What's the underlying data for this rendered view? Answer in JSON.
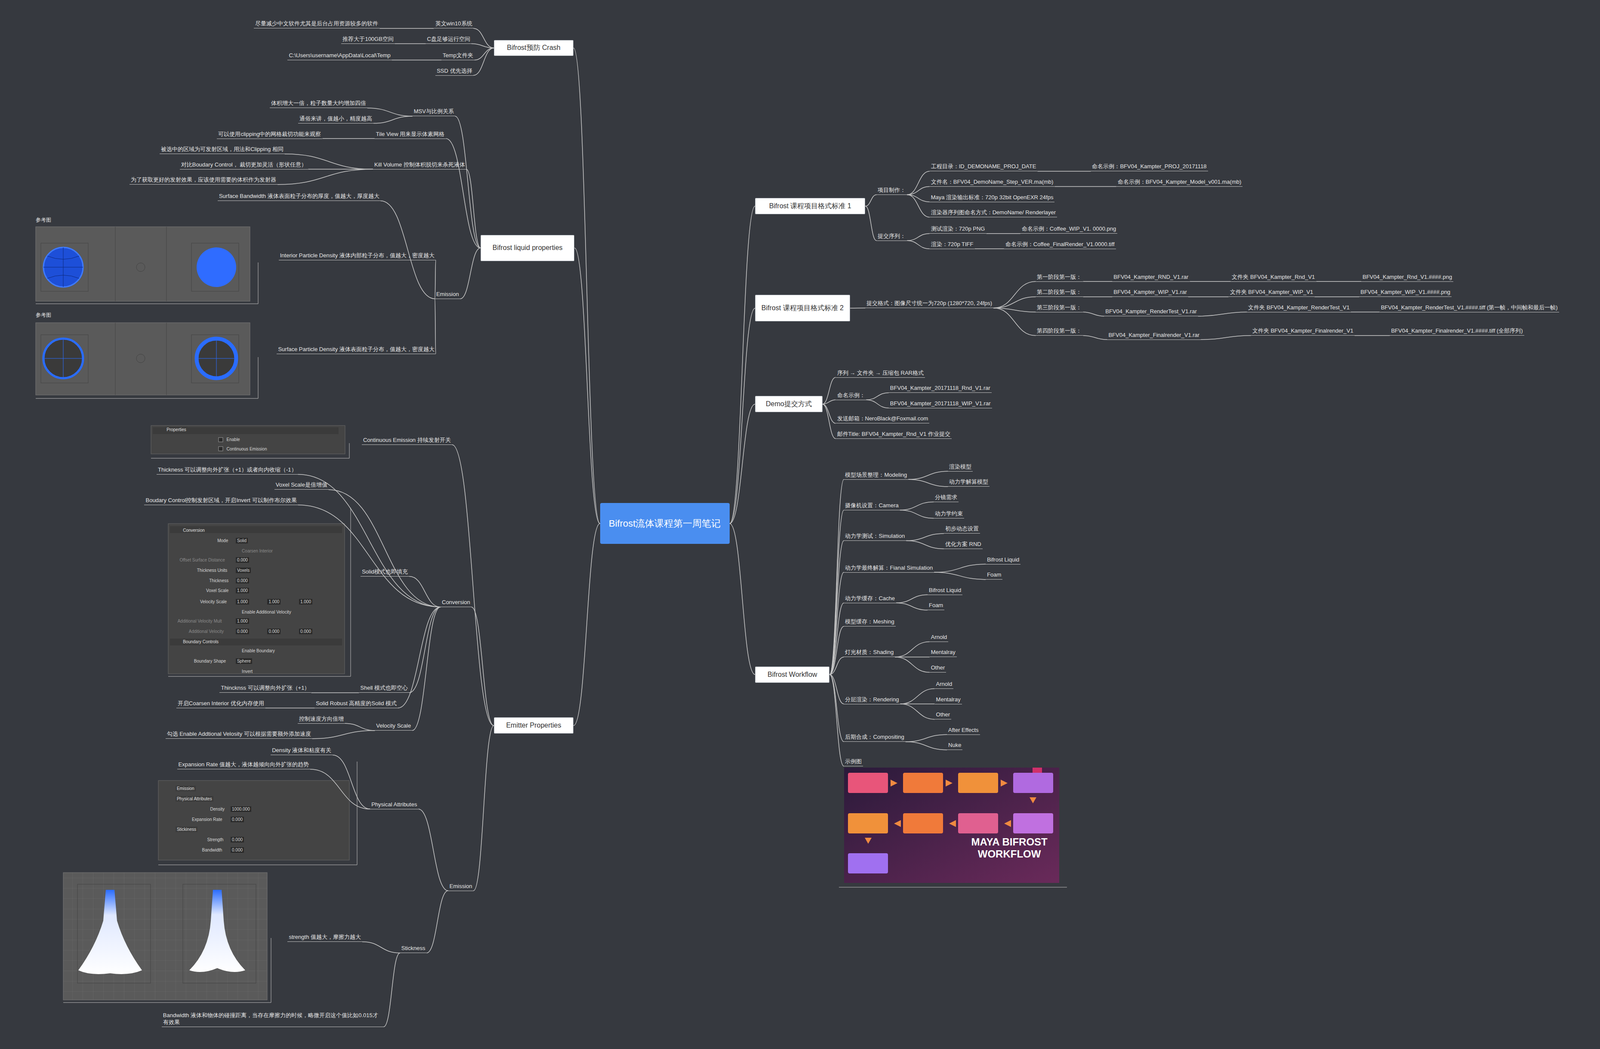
{
  "diagram": {
    "title": "Bifrost流体课程第一周笔记",
    "nodes": [
      {
        "text": [
          "Bifrost流体课程第一周笔记"
        ]
      },
      {
        "text": [
          "Bifrost预防 Crash"
        ]
      },
      {
        "text": [
          "英文win10系统"
        ]
      },
      {
        "text": [
          "尽量减少中文软件尤其是后台占用资源较多的软件"
        ]
      },
      {
        "text": [
          "C盘足够运行空间"
        ]
      },
      {
        "text": [
          "推荐大于100GB空间"
        ]
      },
      {
        "text": [
          "Temp文件夹"
        ]
      },
      {
        "text": [
          "C:\\Users\\username\\AppData\\Local\\Temp"
        ]
      },
      {
        "text": [
          "SSD 优先选择"
        ]
      },
      {
        "text": [
          "Bifrost liquid properties"
        ]
      },
      {
        "text": [
          "MSV与比例关系"
        ]
      },
      {
        "text": [
          "体积增大一倍，粒子数量大约增加四倍"
        ]
      },
      {
        "text": [
          "通俗来讲，值越小，精度越高"
        ]
      },
      {
        "text": [
          "Tile View 用来显示体素网格"
        ]
      },
      {
        "text": [
          "可以使用clipping中的网格裁切功能来观察"
        ]
      },
      {
        "text": [
          "Kill Volume 控制体积脱切来杀死液体"
        ]
      },
      {
        "text": [
          "被选中的区域为可发射区域，用法和Clipping 相同"
        ]
      },
      {
        "text": [
          "对比Boudary Control， 裁切更加灵活（形状任意）"
        ]
      },
      {
        "text": [
          "为了获取更好的发射效果，应该使用需要的体积作为发射器"
        ]
      },
      {
        "text": [
          "Emission"
        ]
      },
      {
        "text": [
          "Surface Bandwidth 液体表面粒子分布的厚度，值越大，厚度越大"
        ]
      },
      {
        "text": [
          "Interior Particle Density 液体内部粒子分布，值越大，密度越大"
        ]
      },
      {
        "text": [
          "Surface Particle Density 液体表面粒子分布，值越大，密度越大"
        ]
      },
      {
        "text": [
          "Emitter Properties"
        ]
      },
      {
        "text": [
          "Continuous Emission 持续发射开关"
        ]
      },
      {
        "text": [
          "Conversion"
        ]
      },
      {
        "text": [
          "Thickness 可以调整向外扩张（+1）或者向内收缩（-1）"
        ]
      },
      {
        "text": [
          "Voxel Scale是倍增值"
        ]
      },
      {
        "text": [
          "Boudary Control控制发射区域，开启Invert 可以制作布尔效果"
        ]
      },
      {
        "text": [
          "Solid模式也即填充"
        ]
      },
      {
        "text": [
          "Shell 模式也即空心"
        ]
      },
      {
        "text": [
          "Thincknss 可以调整向外扩张（+1）"
        ]
      },
      {
        "text": [
          "Solid Robust 高精度的Solid 模式"
        ]
      },
      {
        "text": [
          "开启Coarsen Interior 优化内存使用"
        ]
      },
      {
        "text": [
          "Velocity Scale"
        ]
      },
      {
        "text": [
          "控制速度方向倍增"
        ]
      },
      {
        "text": [
          "勾选 Enable Addtional Velosity 可以根据需要额外添加速度"
        ]
      },
      {
        "text": [
          "Emission"
        ]
      },
      {
        "text": [
          "Physical Attributes"
        ]
      },
      {
        "text": [
          "Density 液体和粘度有关"
        ]
      },
      {
        "text": [
          "Expansion Rate 值越大，液体越倾向向外扩张的趋势"
        ]
      },
      {
        "text": [
          "Stickness"
        ]
      },
      {
        "text": [
          "strength 值越大，摩擦力越大"
        ]
      },
      {
        "text": [
          "Bandwidth 液体和物体的碰撞距离，当存在摩擦力的时候，略微开启这个值比如0.015才有效果"
        ]
      },
      {
        "text": [
          "Bifrost 课程项目格式标准 1"
        ]
      },
      {
        "text": [
          "项目制作："
        ]
      },
      {
        "text": [
          "工程目录：ID_DEMONAME_PROJ_DATE"
        ]
      },
      {
        "text": [
          "命名示例：BFV04_Kampter_PROJ_20171118"
        ]
      },
      {
        "text": [
          "文件名：BFV04_DemoName_Step_VER.ma(mb)"
        ]
      },
      {
        "text": [
          "命名示例：BFV04_Kampter_Model_v001.ma(mb)"
        ]
      },
      {
        "text": [
          "Maya 渲染输出标准：720p 32bit OpenEXR 24fps"
        ]
      },
      {
        "text": [
          "渲染器序列图命名方式：DemoName/ Renderlayer"
        ]
      },
      {
        "text": [
          "提交序列："
        ]
      },
      {
        "text": [
          "测试渲染：720p PNG"
        ]
      },
      {
        "text": [
          "命名示例：Coffee_WIP_V1. 0000.png"
        ]
      },
      {
        "text": [
          "渲染：720p TIFF"
        ]
      },
      {
        "text": [
          "命名示例：Coffee_FinalRender_V1.0000.tiff"
        ]
      },
      {
        "text": [
          "Bifrost 课程项目格式标准 2"
        ]
      },
      {
        "text": [
          "提交格式：图像尺寸统一为720p (1280*720, 24fps)"
        ]
      },
      {
        "text": [
          "第一阶段第一版："
        ]
      },
      {
        "text": [
          "BFV04_Kampter_RND_V1.rar"
        ]
      },
      {
        "text": [
          "文件夹 BFV04_Kampter_Rnd_V1"
        ]
      },
      {
        "text": [
          "BFV04_Kampter_Rnd_V1.####.png"
        ]
      },
      {
        "text": [
          "第二阶段第一版："
        ]
      },
      {
        "text": [
          "BFV04_Kampter_WIP_V1.rar"
        ]
      },
      {
        "text": [
          "文件夹 BFV04_Kampter_WIP_V1"
        ]
      },
      {
        "text": [
          "BFV04_Kampter_WIP_V1.####.png"
        ]
      },
      {
        "text": [
          "第三阶段第一版："
        ]
      },
      {
        "text": [
          "BFV04_Kampter_RenderTest_V1.rar"
        ]
      },
      {
        "text": [
          "文件夹 BFV04_Kampter_RenderTest_V1"
        ]
      },
      {
        "text": [
          "BFV04_Kampter_RenderTest_V1.####.tiff (第一帧，中间帧和最后一帧)"
        ]
      },
      {
        "text": [
          "第四阶段第一版："
        ]
      },
      {
        "text": [
          "BFV04_Kampter_Finalrender_V1.rar"
        ]
      },
      {
        "text": [
          "文件夹 BFV04_Kampter_Finalrender_V1"
        ]
      },
      {
        "text": [
          "BFV04_Kampter_Finalrender_V1.####.tiff (全部序列)"
        ]
      },
      {
        "text": [
          "Demo提交方式"
        ]
      },
      {
        "text": [
          "序列 → 文件夹 → 压缩包 RAR格式"
        ]
      },
      {
        "text": [
          "命名示例："
        ]
      },
      {
        "text": [
          "BFV04_Kampter_20171118_Rnd_V1.rar"
        ]
      },
      {
        "text": [
          "BFV04_Kampter_20171118_WIP_V1.rar"
        ]
      },
      {
        "text": [
          "发送邮箱：NeroBlack@Foxmail.com"
        ]
      },
      {
        "text": [
          "邮件Title: BFV04_Kampter_Rnd_V1 作业提交"
        ]
      },
      {
        "text": [
          "Bifrost Workflow"
        ]
      },
      {
        "text": [
          "模型场景整理：Modeling"
        ]
      },
      {
        "text": [
          "渲染模型"
        ]
      },
      {
        "text": [
          "动力学解算模型"
        ]
      },
      {
        "text": [
          "摄像机设置：Camera"
        ]
      },
      {
        "text": [
          "分镜需求"
        ]
      },
      {
        "text": [
          "动力学约束"
        ]
      },
      {
        "text": [
          "动力学测试：Simulation"
        ]
      },
      {
        "text": [
          "初步动态设置"
        ]
      },
      {
        "text": [
          "优化方案 RND"
        ]
      },
      {
        "text": [
          "动力学最终解算：Fianal Simulation"
        ]
      },
      {
        "text": [
          "Bifrost Liquid"
        ]
      },
      {
        "text": [
          "Foam"
        ]
      },
      {
        "text": [
          "动力学缓存：Cache"
        ]
      },
      {
        "text": [
          "Bifrost Liquid"
        ]
      },
      {
        "text": [
          "Foam"
        ]
      },
      {
        "text": [
          "模型缓存：Meshing"
        ]
      },
      {
        "text": [
          "灯光材质：Shading"
        ]
      },
      {
        "text": [
          "Arnold"
        ]
      },
      {
        "text": [
          "Mentalray"
        ]
      },
      {
        "text": [
          "Other"
        ]
      },
      {
        "text": [
          "分层渲染：Rendering"
        ]
      },
      {
        "text": [
          "Arnold"
        ]
      },
      {
        "text": [
          "Mentalray"
        ]
      },
      {
        "text": [
          "Other"
        ]
      },
      {
        "text": [
          "后期合成：Compositing"
        ]
      },
      {
        "text": [
          "After Effects"
        ]
      },
      {
        "text": [
          "Nuke"
        ]
      },
      {
        "text": [
          "示例图"
        ]
      }
    ],
    "edges": [
      {
        "from": 0,
        "to": 1,
        "arrow": "none"
      },
      {
        "from": 1,
        "to": 2,
        "arrow": "none"
      },
      {
        "from": 2,
        "to": 3,
        "arrow": "none"
      },
      {
        "from": 1,
        "to": 4,
        "arrow": "none"
      },
      {
        "from": 4,
        "to": 5,
        "arrow": "none"
      },
      {
        "from": 1,
        "to": 6,
        "arrow": "none"
      },
      {
        "from": 6,
        "to": 7,
        "arrow": "none"
      },
      {
        "from": 1,
        "to": 8,
        "arrow": "none"
      },
      {
        "from": 0,
        "to": 9,
        "arrow": "none"
      },
      {
        "from": 9,
        "to": 10,
        "arrow": "none"
      },
      {
        "from": 10,
        "to": 11,
        "arrow": "none"
      },
      {
        "from": 10,
        "to": 12,
        "arrow": "none"
      },
      {
        "from": 9,
        "to": 13,
        "arrow": "none"
      },
      {
        "from": 13,
        "to": 14,
        "arrow": "none"
      },
      {
        "from": 9,
        "to": 15,
        "arrow": "none"
      },
      {
        "from": 15,
        "to": 16,
        "arrow": "none"
      },
      {
        "from": 15,
        "to": 17,
        "arrow": "none"
      },
      {
        "from": 15,
        "to": 18,
        "arrow": "none"
      },
      {
        "from": 9,
        "to": 19,
        "arrow": "none"
      },
      {
        "from": 19,
        "to": 20,
        "arrow": "none"
      },
      {
        "from": 19,
        "to": 21,
        "arrow": "none"
      },
      {
        "from": 19,
        "to": 22,
        "arrow": "none"
      },
      {
        "from": 0,
        "to": 23,
        "arrow": "none"
      },
      {
        "from": 23,
        "to": 24,
        "arrow": "none"
      },
      {
        "from": 23,
        "to": 25,
        "arrow": "none"
      },
      {
        "from": 25,
        "to": 26,
        "arrow": "none"
      },
      {
        "from": 25,
        "to": 27,
        "arrow": "none"
      },
      {
        "from": 25,
        "to": 28,
        "arrow": "none"
      },
      {
        "from": 25,
        "to": 29,
        "arrow": "none"
      },
      {
        "from": 25,
        "to": 30,
        "arrow": "none"
      },
      {
        "from": 30,
        "to": 31,
        "arrow": "none"
      },
      {
        "from": 25,
        "to": 32,
        "arrow": "none"
      },
      {
        "from": 32,
        "to": 33,
        "arrow": "none"
      },
      {
        "from": 25,
        "to": 34,
        "arrow": "none"
      },
      {
        "from": 34,
        "to": 35,
        "arrow": "none"
      },
      {
        "from": 34,
        "to": 36,
        "arrow": "none"
      },
      {
        "from": 23,
        "to": 37,
        "arrow": "none"
      },
      {
        "from": 37,
        "to": 38,
        "arrow": "none"
      },
      {
        "from": 38,
        "to": 39,
        "arrow": "none"
      },
      {
        "from": 38,
        "to": 40,
        "arrow": "none"
      },
      {
        "from": 37,
        "to": 41,
        "arrow": "none"
      },
      {
        "from": 41,
        "to": 42,
        "arrow": "none"
      },
      {
        "from": 41,
        "to": 43,
        "arrow": "none"
      },
      {
        "from": 0,
        "to": 44,
        "arrow": "none"
      },
      {
        "from": 44,
        "to": 45,
        "arrow": "none"
      },
      {
        "from": 45,
        "to": 46,
        "arrow": "none"
      },
      {
        "from": 46,
        "to": 47,
        "arrow": "none"
      },
      {
        "from": 45,
        "to": 48,
        "arrow": "none"
      },
      {
        "from": 48,
        "to": 49,
        "arrow": "none"
      },
      {
        "from": 45,
        "to": 50,
        "arrow": "none"
      },
      {
        "from": 45,
        "to": 51,
        "arrow": "none"
      },
      {
        "from": 44,
        "to": 52,
        "arrow": "none"
      },
      {
        "from": 52,
        "to": 53,
        "arrow": "none"
      },
      {
        "from": 53,
        "to": 54,
        "arrow": "none"
      },
      {
        "from": 52,
        "to": 55,
        "arrow": "none"
      },
      {
        "from": 55,
        "to": 56,
        "arrow": "none"
      },
      {
        "from": 0,
        "to": 57,
        "arrow": "none"
      },
      {
        "from": 57,
        "to": 58,
        "arrow": "none"
      },
      {
        "from": 58,
        "to": 59,
        "arrow": "none"
      },
      {
        "from": 59,
        "to": 60,
        "arrow": "none"
      },
      {
        "from": 60,
        "to": 61,
        "arrow": "none"
      },
      {
        "from": 61,
        "to": 62,
        "arrow": "none"
      },
      {
        "from": 58,
        "to": 63,
        "arrow": "none"
      },
      {
        "from": 63,
        "to": 64,
        "arrow": "none"
      },
      {
        "from": 64,
        "to": 65,
        "arrow": "none"
      },
      {
        "from": 65,
        "to": 66,
        "arrow": "none"
      },
      {
        "from": 58,
        "to": 67,
        "arrow": "none"
      },
      {
        "from": 67,
        "to": 68,
        "arrow": "none"
      },
      {
        "from": 68,
        "to": 69,
        "arrow": "none"
      },
      {
        "from": 69,
        "to": 70,
        "arrow": "none"
      },
      {
        "from": 58,
        "to": 71,
        "arrow": "none"
      },
      {
        "from": 71,
        "to": 72,
        "arrow": "none"
      },
      {
        "from": 72,
        "to": 73,
        "arrow": "none"
      },
      {
        "from": 73,
        "to": 74,
        "arrow": "none"
      },
      {
        "from": 0,
        "to": 75,
        "arrow": "none"
      },
      {
        "from": 75,
        "to": 76,
        "arrow": "none"
      },
      {
        "from": 75,
        "to": 77,
        "arrow": "none"
      },
      {
        "from": 77,
        "to": 78,
        "arrow": "none"
      },
      {
        "from": 77,
        "to": 79,
        "arrow": "none"
      },
      {
        "from": 75,
        "to": 80,
        "arrow": "none"
      },
      {
        "from": 75,
        "to": 81,
        "arrow": "none"
      },
      {
        "from": 0,
        "to": 82,
        "arrow": "none"
      },
      {
        "from": 82,
        "to": 83,
        "arrow": "none"
      },
      {
        "from": 83,
        "to": 84,
        "arrow": "none"
      },
      {
        "from": 83,
        "to": 85,
        "arrow": "none"
      },
      {
        "from": 82,
        "to": 86,
        "arrow": "none"
      },
      {
        "from": 86,
        "to": 87,
        "arrow": "none"
      },
      {
        "from": 86,
        "to": 88,
        "arrow": "none"
      },
      {
        "from": 82,
        "to": 89,
        "arrow": "none"
      },
      {
        "from": 89,
        "to": 90,
        "arrow": "none"
      },
      {
        "from": 89,
        "to": 91,
        "arrow": "none"
      },
      {
        "from": 82,
        "to": 92,
        "arrow": "none"
      },
      {
        "from": 92,
        "to": 93,
        "arrow": "none"
      },
      {
        "from": 92,
        "to": 94,
        "arrow": "none"
      },
      {
        "from": 82,
        "to": 95,
        "arrow": "none"
      },
      {
        "from": 95,
        "to": 96,
        "arrow": "none"
      },
      {
        "from": 95,
        "to": 97,
        "arrow": "none"
      },
      {
        "from": 82,
        "to": 98,
        "arrow": "none"
      },
      {
        "from": 82,
        "to": 99,
        "arrow": "none"
      },
      {
        "from": 99,
        "to": 100,
        "arrow": "none"
      },
      {
        "from": 99,
        "to": 101,
        "arrow": "none"
      },
      {
        "from": 99,
        "to": 102,
        "arrow": "none"
      },
      {
        "from": 82,
        "to": 103,
        "arrow": "none"
      },
      {
        "from": 103,
        "to": 104,
        "arrow": "none"
      },
      {
        "from": 103,
        "to": 105,
        "arrow": "none"
      },
      {
        "from": 103,
        "to": 106,
        "arrow": "none"
      },
      {
        "from": 82,
        "to": 107,
        "arrow": "none"
      },
      {
        "from": 107,
        "to": 108,
        "arrow": "none"
      },
      {
        "from": 107,
        "to": 109,
        "arrow": "none"
      },
      {
        "from": 82,
        "to": 110,
        "arrow": "none"
      }
    ],
    "labels": [
      "参考图",
      "参考图",
      "Properties",
      "Enable",
      "Continuous Emission",
      "Conversion",
      "Mode",
      "Solid",
      "Coarsen Interior",
      "Offset Surface Distance",
      "0.000",
      "Thickness Units",
      "Voxels",
      "Thickness",
      "0.000",
      "Voxel Scale",
      "1.000",
      "Velocity Scale",
      "1.000",
      "1.000",
      "1.000",
      "Enable Additional Velocity",
      "Additional Velocity Mult",
      "1.000",
      "Additional Velocity",
      "0.000",
      "0.000",
      "0.000",
      "Boundary Controls",
      "Enable Boundary",
      "Boundary Shape",
      "Sphere",
      "Invert",
      "Emission",
      "Physical Attributes",
      "Density",
      "1000.000",
      "Expansion Rate",
      "0.000",
      "Stickiness",
      "Strength",
      "0.000",
      "Bandwidth",
      "0.000",
      "MAYA BIFROST WORKFLOW"
    ]
  }
}
